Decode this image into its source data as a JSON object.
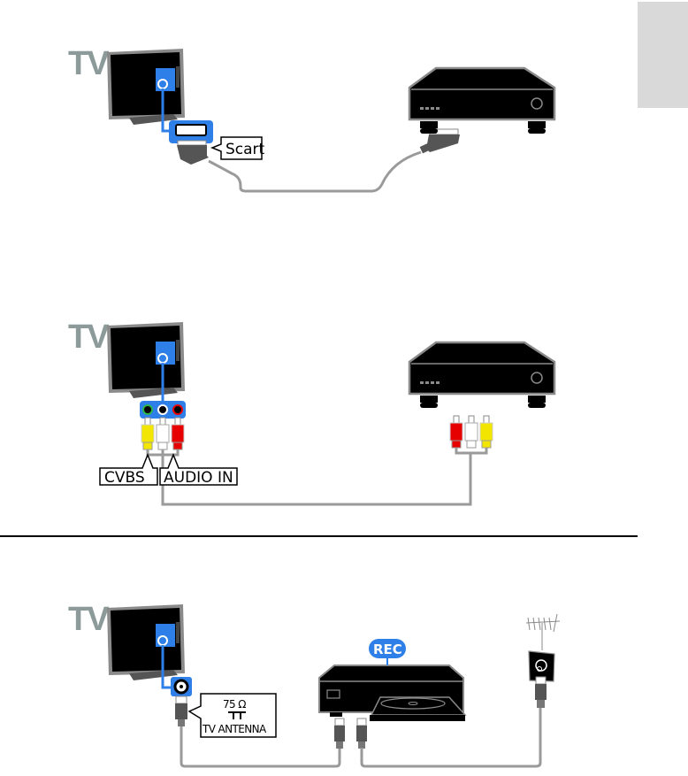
{
  "page": {
    "side_tab_color": "#d9d9d9",
    "divider_color": "#000000"
  },
  "colors": {
    "tv_label": "#8c9a9a",
    "port_blue": "#2f7fe8",
    "cable_gray": "#9a9a9a",
    "device_black": "#000000",
    "rca_yellow": "#f2e600",
    "rca_white": "#ffffff",
    "rca_red": "#e60000"
  },
  "diagrams": [
    {
      "id": "scart",
      "tv_label": "TV",
      "connector_label": "Scart",
      "device": "set-top-box"
    },
    {
      "id": "composite",
      "tv_label": "TV",
      "connector_labels": [
        "CVBS",
        "AUDIO IN"
      ],
      "device": "set-top-box"
    },
    {
      "id": "antenna",
      "tv_label": "TV",
      "connector_label_lines": [
        "75 Ω",
        "TV ANTENNA"
      ],
      "recorder_badge": "REC",
      "device": "disc-recorder",
      "source": "antenna"
    }
  ]
}
